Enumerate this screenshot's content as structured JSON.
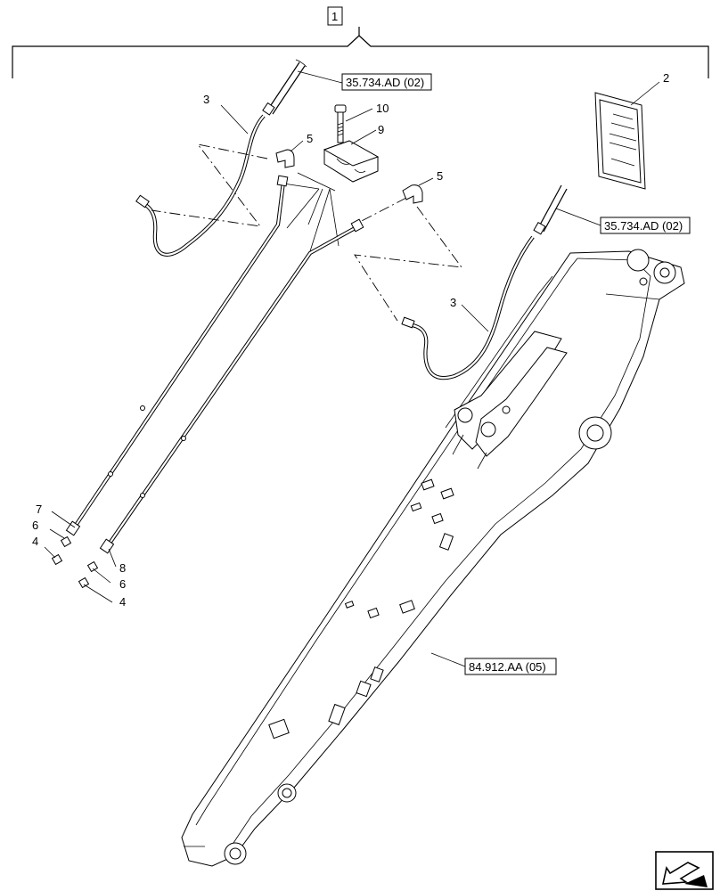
{
  "assembly": {
    "item_number": "1"
  },
  "references": [
    {
      "id": "ref-top-left",
      "code": "35.734.AD (02)"
    },
    {
      "id": "ref-right",
      "code": "35.734.AD (02)"
    },
    {
      "id": "ref-boom",
      "code": "84.912.AA (05)"
    }
  ],
  "callouts": {
    "c2": "2",
    "c3a": "3",
    "c3b": "3",
    "c10": "10",
    "c9": "9",
    "c5a": "5",
    "c5b": "5",
    "c7": "7",
    "c6a": "6",
    "c4a": "4",
    "c8": "8",
    "c6b": "6",
    "c4b": "4"
  },
  "icons": [
    "manual-booklet-icon",
    "view-direction-arrow-icon"
  ]
}
